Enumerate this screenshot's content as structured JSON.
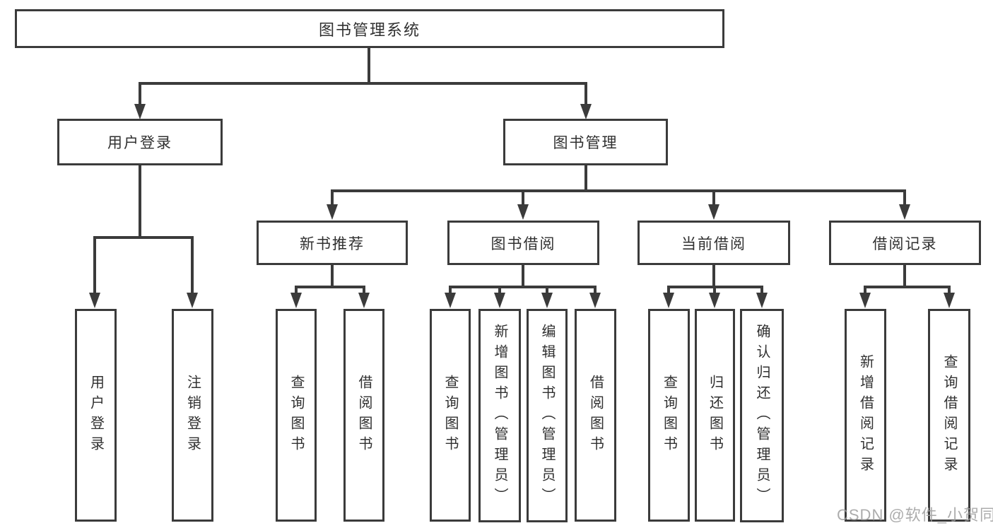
{
  "diagram_title": "图书管理系统",
  "tree": {
    "root": {
      "label": "图书管理系统"
    },
    "branches": [
      {
        "label": "用户登录",
        "children": [
          {
            "label": "用户登录"
          },
          {
            "label": "注销登录"
          }
        ]
      },
      {
        "label": "图书管理",
        "children": [
          {
            "label": "新书推荐",
            "children": [
              {
                "label": "查询图书"
              },
              {
                "label": "借阅图书"
              }
            ]
          },
          {
            "label": "图书借阅",
            "children": [
              {
                "label": "查询图书"
              },
              {
                "label": "新增图书（管理员）"
              },
              {
                "label": "编辑图书（管理员）"
              },
              {
                "label": "借阅图书"
              }
            ]
          },
          {
            "label": "当前借阅",
            "children": [
              {
                "label": "查询图书"
              },
              {
                "label": "归还图书"
              },
              {
                "label": "确认归还（管理员）"
              }
            ]
          },
          {
            "label": "借阅记录",
            "children": [
              {
                "label": "新增借阅记录"
              },
              {
                "label": "查询借阅记录"
              }
            ]
          }
        ]
      }
    ]
  },
  "watermark": {
    "text": "CSDN @软件_小贺同学",
    "color": "#9e9e9e"
  },
  "colors": {
    "line": "#3b3b3b",
    "box_border": "#3b3b3b",
    "text": "#303030",
    "background": "#ffffff"
  }
}
